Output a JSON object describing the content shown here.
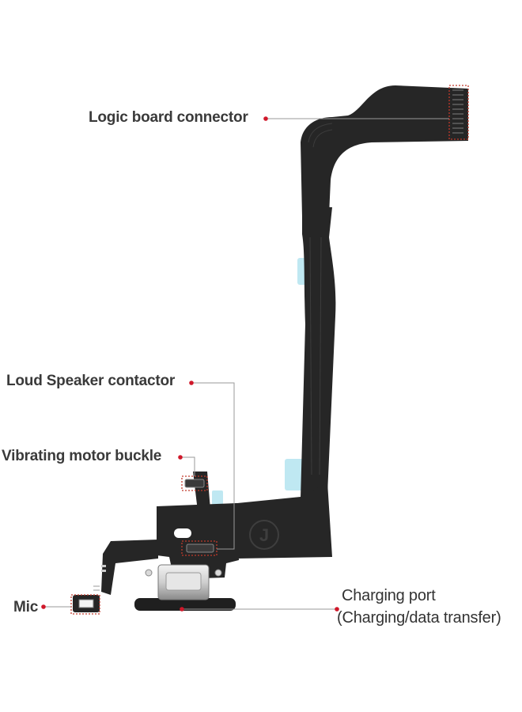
{
  "labels": {
    "logic_board_connector": "Logic board connector",
    "loud_speaker_contactor": "Loud Speaker contactor",
    "vibrating_motor_buckle": "Vibrating motor buckle",
    "mic": "Mic",
    "charging_port": "Charging port",
    "charging_port_detail": "(Charging/data transfer)"
  },
  "cable_marking": "J",
  "colors": {
    "flex_cable": "#262626",
    "callout_line": "#9a9a9a",
    "callout_dot": "#d0182a",
    "highlight_box": "#c0392b",
    "stiffener": "#bfe8f2"
  }
}
